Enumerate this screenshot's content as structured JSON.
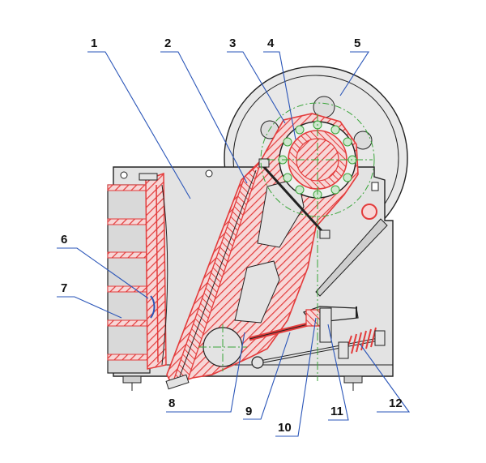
{
  "diagram": {
    "part_labels": [
      "1",
      "2",
      "3",
      "4",
      "5",
      "6",
      "7",
      "8",
      "9",
      "10",
      "11",
      "12"
    ],
    "colors": {
      "outline": "#222222",
      "frame_fill": "#e3e3e3",
      "frame_dark": "#cfcfcf",
      "hatch": "#e33b3b",
      "hatch_bg": "#f7d7d7",
      "leader": "#2a55b8",
      "centerline": "#3aa53a"
    }
  }
}
